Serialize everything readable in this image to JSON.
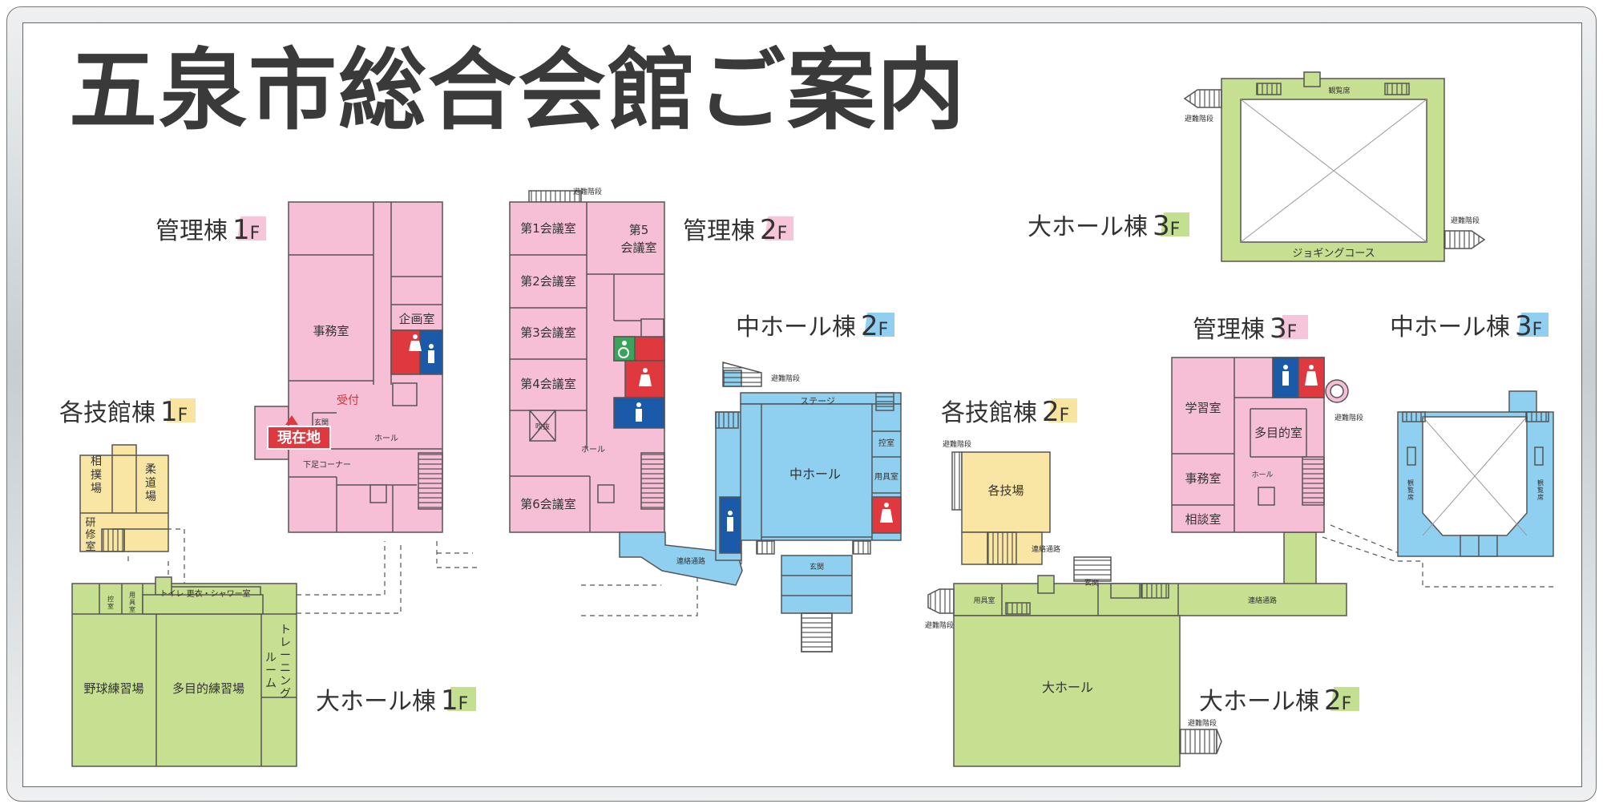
{
  "title": "五泉市総合会館ご案内",
  "colors": {
    "kanri": "#f7bfd6",
    "kakugi": "#fae6a4",
    "daihall": "#c6df90",
    "nakahall": "#8fd0f1",
    "restroom_female": "#e0383f",
    "restroom_male": "#1a5aa8",
    "current_location": "#e0383f"
  },
  "floor_labels": {
    "kanri_1f": {
      "name": "管理棟",
      "num": "1",
      "f": "F"
    },
    "kanri_2f": {
      "name": "管理棟",
      "num": "2",
      "f": "F"
    },
    "kanri_3f": {
      "name": "管理棟",
      "num": "3",
      "f": "F"
    },
    "kakugi_1f": {
      "name": "各技館棟",
      "num": "1",
      "f": "F"
    },
    "kakugi_2f": {
      "name": "各技館棟",
      "num": "2",
      "f": "F"
    },
    "daihall_1f": {
      "name": "大ホール棟",
      "num": "1",
      "f": "F"
    },
    "daihall_2f": {
      "name": "大ホール棟",
      "num": "2",
      "f": "F"
    },
    "daihall_3f": {
      "name": "大ホール棟",
      "num": "3",
      "f": "F"
    },
    "nakahall_2f": {
      "name": "中ホール棟",
      "num": "2",
      "f": "F"
    },
    "nakahall_3f": {
      "name": "中ホール棟",
      "num": "3",
      "f": "F"
    }
  },
  "rooms": {
    "jimushitsu": "事務室",
    "kikakushitsu": "企画室",
    "uketsuke": "受付",
    "genkan": "玄関",
    "hall": "ホール",
    "shitaashi": "下足コーナー",
    "genzaichi": "現在地",
    "kaigi1": "第1会議室",
    "kaigi2": "第2会議室",
    "kaigi3": "第3会議室",
    "kaigi4": "第4会議室",
    "kaigi5a": "第5",
    "kaigi5b": "会議室",
    "kaigi6": "第6会議室",
    "fukinuke": "吹抜",
    "hinan_kaidan": "避難階段",
    "renraku_tsuro": "連絡通路",
    "sumo": "相撲場",
    "judo": "柔道場",
    "kenshu": "研修室",
    "yakyu": "野球練習場",
    "tamokuteki_renshu": "多目的練習場",
    "training": "トレーニングルーム",
    "toilet_shower": "トイレ 更衣・シャワー室",
    "yoguko": "用具室",
    "hikaeshitsu": "控室",
    "stage": "ステージ",
    "naka_hall": "中ホール",
    "kakugijo": "各技場",
    "dai_hall": "大ホール",
    "gakushu": "学習室",
    "tamokuteki": "多目的室",
    "sodan": "相談室",
    "jogging": "ジョギングコース",
    "kanranseki": "観覧席"
  }
}
